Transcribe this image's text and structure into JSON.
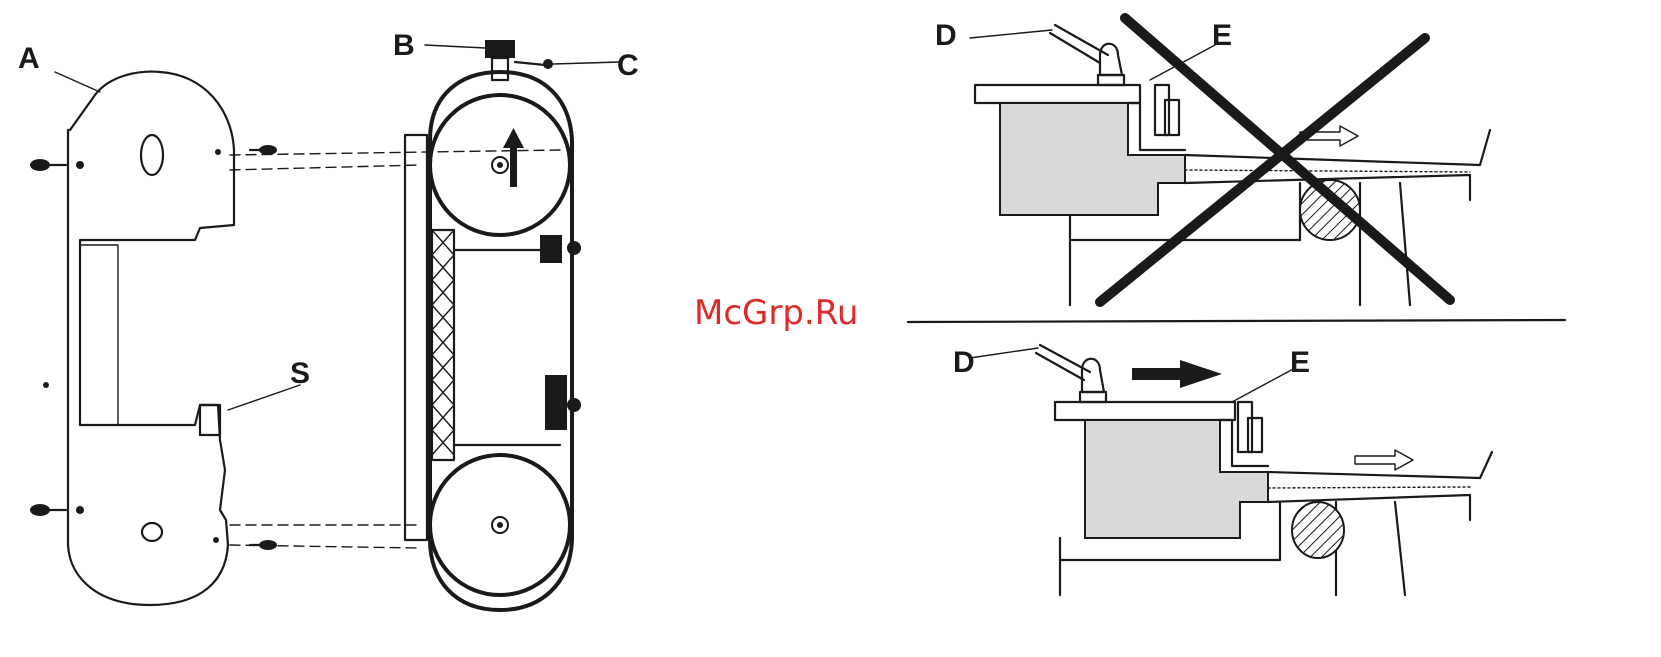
{
  "watermark": "McGrp.Ru",
  "labels": {
    "a": "A",
    "b": "B",
    "c": "C",
    "s": "S",
    "d_top": "D",
    "e_top": "E",
    "d_bottom": "D",
    "e_bottom": "E"
  },
  "colors": {
    "ink": "#1a1a1a",
    "watermark": "#e0292b",
    "fill_gray": "#d9d9d9",
    "background": "#ffffff"
  },
  "icons": {
    "rotation_arrow": "up-arrow",
    "move_arrow": "right-arrow",
    "wrong_mark": "x-cross"
  }
}
